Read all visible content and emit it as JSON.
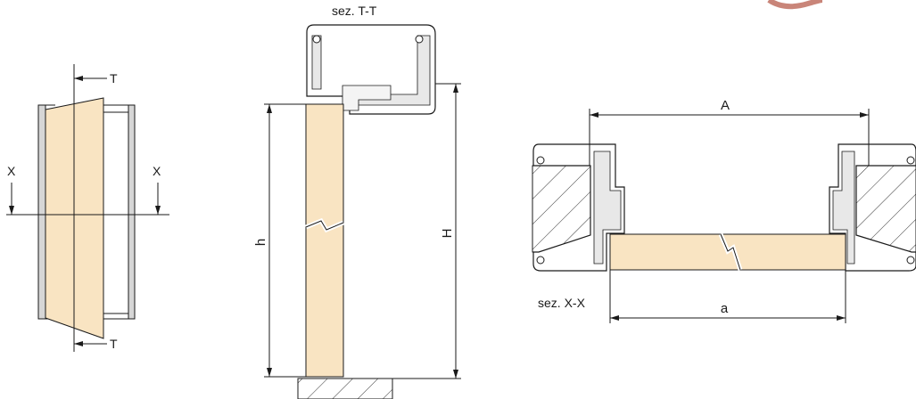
{
  "labels": {
    "section_t_title": "sez. T-T",
    "section_x_title": "sez. X-X",
    "cut_t_top": "T",
    "cut_t_bottom": "T",
    "cut_x_left": "X",
    "cut_x_right": "X",
    "dim_h": "h",
    "dim_H": "H",
    "dim_A": "A",
    "dim_a": "a"
  },
  "colors": {
    "door_panel": "#f9e4c2",
    "frame_fill": "#d6d6d6",
    "line": "#1a1a1a",
    "accent_arc": "#c98579"
  }
}
